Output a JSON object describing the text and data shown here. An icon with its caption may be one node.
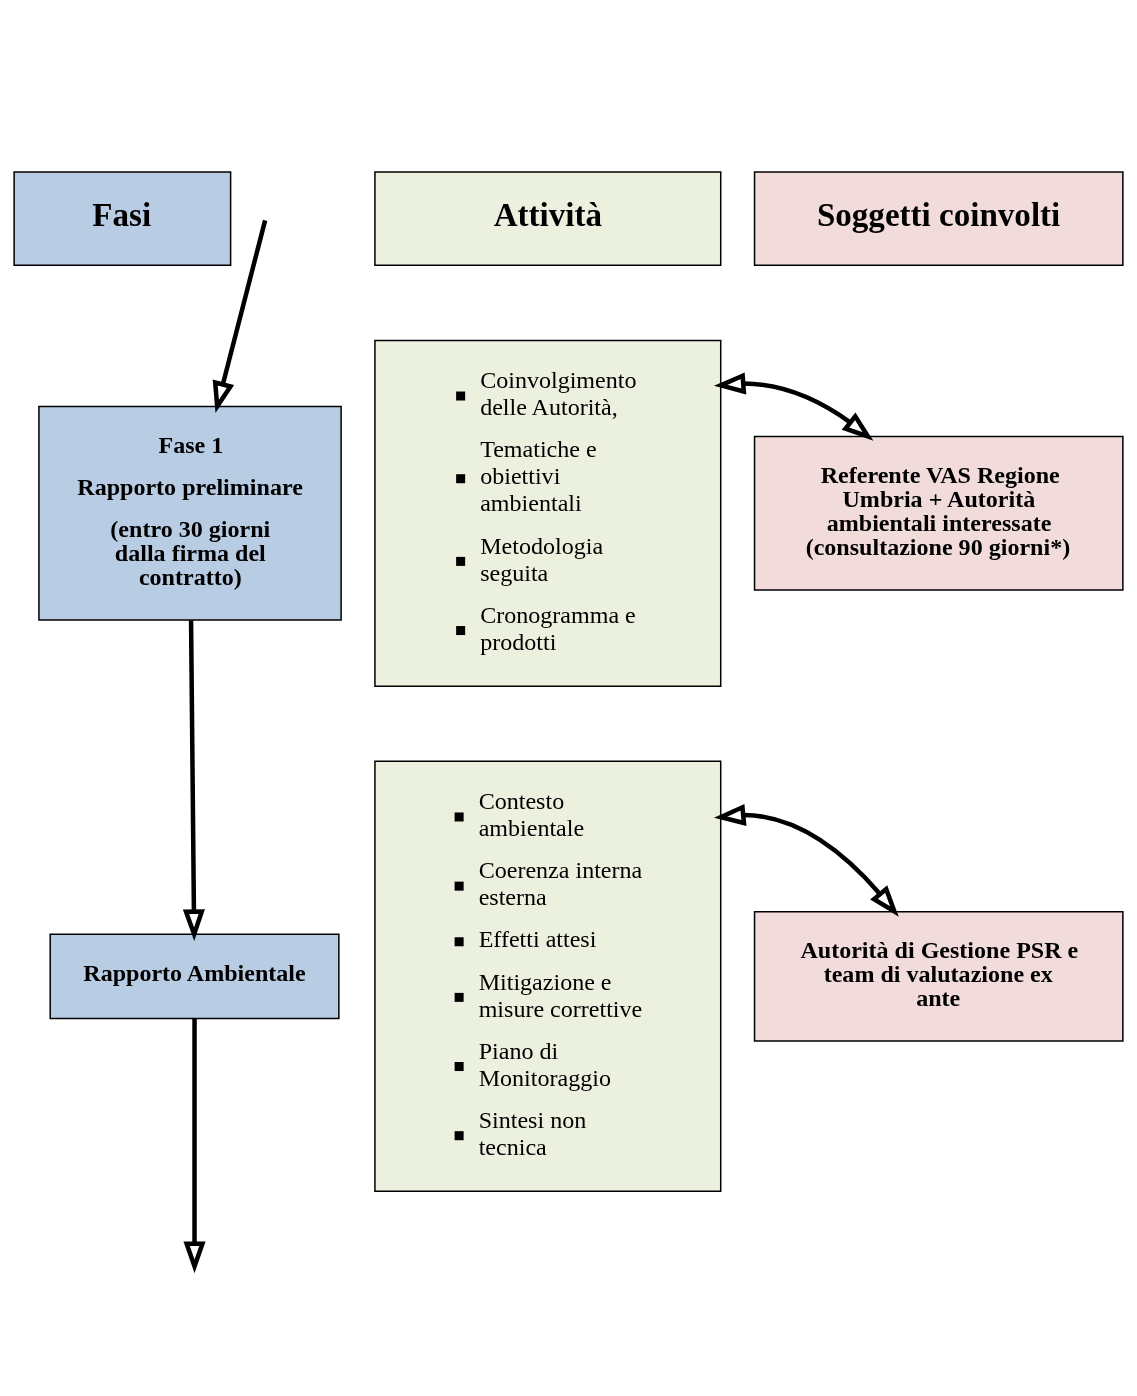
{
  "diagram": {
    "nodes": [
      {
        "text": [
          "Fasi"
        ]
      },
      {
        "text": [
          "Attività"
        ]
      },
      {
        "text": [
          "Soggetti coinvolti"
        ]
      },
      {
        "text": [
          "Fase 1",
          "Rapporto preliminare",
          "(entro 30 giorni dalla firma del contratto)"
        ]
      },
      {
        "text": [
          "Coinvolgimento delle Autorità,",
          "Tematiche e obiettivi ambientali",
          "Metodologia seguita",
          "Cronogramma e prodotti"
        ]
      },
      {
        "text": [
          "Referente VAS Regione Umbria + Autorità ambientali interessate (consultazione 90 giorni*)"
        ]
      },
      {
        "text": [
          "Rapporto Ambientale"
        ]
      },
      {
        "text": [
          "Contesto ambientale",
          "Coerenza interna esterna",
          "Effetti attesi",
          "Mitigazione e misure correttive",
          "Piano di Monitoraggio",
          "Sintesi non tecnica"
        ]
      },
      {
        "text": [
          "Autorità di Gestione PSR e team di valutazione ex ante"
        ]
      }
    ],
    "edges": [
      {
        "from": null,
        "to": 3,
        "arrow": "to"
      },
      {
        "from": 4,
        "to": 5,
        "arrow": "both"
      },
      {
        "from": 3,
        "to": 6,
        "arrow": "to"
      },
      {
        "from": 7,
        "to": 8,
        "arrow": "both"
      },
      {
        "from": 6,
        "to": null,
        "arrow": "to"
      }
    ]
  }
}
